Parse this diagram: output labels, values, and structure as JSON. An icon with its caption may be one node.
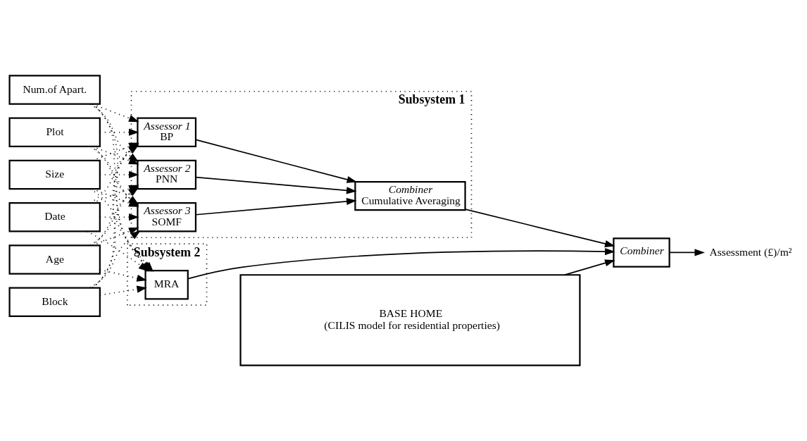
{
  "diagram": {
    "nodes": [
      {
        "text": [
          "Age"
        ]
      },
      {
        "text": [
          "Block"
        ]
      },
      {
        "text": [
          "Num.of Apart."
        ]
      },
      {
        "text": [
          "Plot"
        ]
      },
      {
        "text": [
          "Size"
        ]
      },
      {
        "text": [
          "Date"
        ]
      },
      {
        "text": [
          "Subsystem 1"
        ]
      },
      {
        "text": [
          "Assessor 1",
          "BP"
        ],
        "in": 6
      },
      {
        "text": [
          "Assessor 2",
          "PNN"
        ],
        "in": 6
      },
      {
        "text": [
          "Assessor 3",
          "SOMF"
        ],
        "in": 6
      },
      {
        "text": [
          "Combiner",
          "Cumulative Averaging"
        ],
        "in": 6
      },
      {
        "text": [
          "Subsystem 2"
        ]
      },
      {
        "text": [
          "MRA"
        ],
        "in": 11
      },
      {
        "text": [
          "Combiner"
        ]
      },
      {
        "text": [
          "BASE HOME",
          "(CILIS model for residential properties)"
        ]
      },
      {
        "text": [
          "Assessment (£)/m²"
        ]
      }
    ],
    "edges": [
      {
        "from": 0,
        "to": 7,
        "arrow": "to",
        "style": "dashed"
      },
      {
        "from": 1,
        "to": 7,
        "arrow": "to",
        "style": "dashed"
      },
      {
        "from": 2,
        "to": 7,
        "arrow": "to",
        "style": "dashed"
      },
      {
        "from": 3,
        "to": 7,
        "arrow": "to",
        "style": "dashed"
      },
      {
        "from": 4,
        "to": 7,
        "arrow": "to",
        "style": "dashed"
      },
      {
        "from": 5,
        "to": 7,
        "arrow": "to",
        "style": "dashed"
      },
      {
        "from": 0,
        "to": 8,
        "arrow": "to",
        "style": "dashed"
      },
      {
        "from": 1,
        "to": 8,
        "arrow": "to",
        "style": "dashed"
      },
      {
        "from": 2,
        "to": 8,
        "arrow": "to",
        "style": "dashed"
      },
      {
        "from": 3,
        "to": 8,
        "arrow": "to",
        "style": "dashed"
      },
      {
        "from": 4,
        "to": 8,
        "arrow": "to",
        "style": "dashed"
      },
      {
        "from": 5,
        "to": 8,
        "arrow": "to",
        "style": "dashed"
      },
      {
        "from": 0,
        "to": 9,
        "arrow": "to",
        "style": "dashed"
      },
      {
        "from": 1,
        "to": 9,
        "arrow": "to",
        "style": "dashed"
      },
      {
        "from": 2,
        "to": 9,
        "arrow": "to",
        "style": "dashed"
      },
      {
        "from": 3,
        "to": 9,
        "arrow": "to",
        "style": "dashed"
      },
      {
        "from": 4,
        "to": 9,
        "arrow": "to",
        "style": "dashed"
      },
      {
        "from": 5,
        "to": 9,
        "arrow": "to",
        "style": "dashed"
      },
      {
        "from": 0,
        "to": 12,
        "arrow": "to",
        "style": "dashed"
      },
      {
        "from": 1,
        "to": 12,
        "arrow": "to",
        "style": "dashed"
      },
      {
        "from": 2,
        "to": 12,
        "arrow": "to",
        "style": "dashed"
      },
      {
        "from": 3,
        "to": 12,
        "arrow": "to",
        "style": "dashed"
      },
      {
        "from": 4,
        "to": 12,
        "arrow": "to",
        "style": "dashed"
      },
      {
        "from": 5,
        "to": 12,
        "arrow": "to",
        "style": "dashed"
      },
      {
        "from": 7,
        "to": 10,
        "arrow": "to"
      },
      {
        "from": 8,
        "to": 10,
        "arrow": "to"
      },
      {
        "from": 9,
        "to": 10,
        "arrow": "to"
      },
      {
        "from": 10,
        "to": 13,
        "arrow": "to"
      },
      {
        "from": 12,
        "to": 13,
        "arrow": "to"
      },
      {
        "from": 14,
        "to": 13,
        "arrow": "to"
      },
      {
        "from": 13,
        "to": 15,
        "arrow": "to"
      }
    ]
  }
}
